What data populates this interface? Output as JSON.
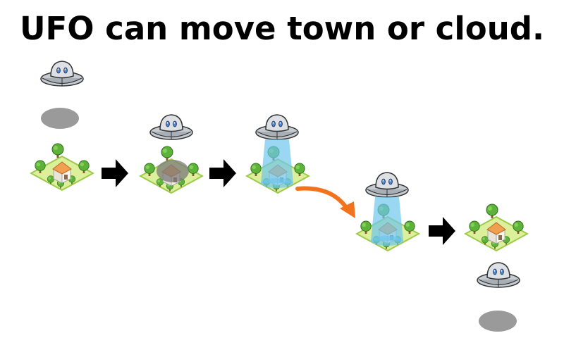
{
  "title": "UFO can move town or cloud.",
  "colors": {
    "ufo_body": "#c9cdd2",
    "ufo_dome": "#d9dde2",
    "ufo_window": "#4a8ad8",
    "shadow": "#9a9a9a",
    "grass": "#dcef9a",
    "grass_edge": "#9ccb4a",
    "tree": "#5db33a",
    "house_roof": "#f0a050",
    "house_wall": "#f2efe6",
    "beam": "#6ec6ee",
    "arrow": "#000000",
    "curved_arrow": "#f2731c"
  },
  "sequence": [
    {
      "step": 1,
      "content": "ufo-with-shadow"
    },
    {
      "step": 2,
      "content": "ufo-over-town-shadowed"
    },
    {
      "step": 3,
      "content": "ufo-beaming-town"
    },
    {
      "step": 4,
      "content": "ufo-carrying-town"
    },
    {
      "step": 5,
      "content": "town-dropped"
    }
  ]
}
